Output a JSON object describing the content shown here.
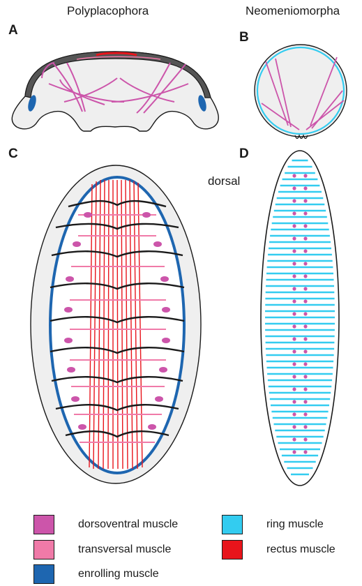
{
  "titles": {
    "left": "Polyplacophora",
    "right": "Neomeniomorpha"
  },
  "panels": {
    "a": "A",
    "b": "B",
    "c": "C",
    "d": "D"
  },
  "orientation": "dorsal",
  "colors": {
    "outline": "#1a1a1a",
    "body_fill": "#efefef",
    "shell_fill": "#555555",
    "dorsoventral": "#cc55aa",
    "transversal": "#f07aa8",
    "enrolling": "#1e66b0",
    "ring": "#33ccf0",
    "rectus": "#e8141b"
  },
  "legend": [
    {
      "label": "dorsoventral muscle",
      "color": "#cc55aa"
    },
    {
      "label": "transversal muscle",
      "color": "#f07aa8"
    },
    {
      "label": "enrolling muscle",
      "color": "#1e66b0"
    },
    {
      "label": "ring muscle",
      "color": "#33ccf0"
    },
    {
      "label": "rectus muscle",
      "color": "#e8141b"
    }
  ]
}
